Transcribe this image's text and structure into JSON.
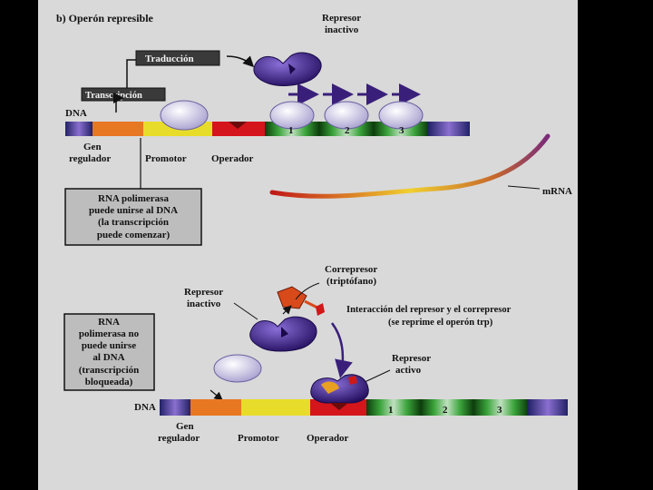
{
  "figure": {
    "title": "b) Operón represible",
    "colors": {
      "panel": "#d9d9d9",
      "regulator_gene": "#e87722",
      "promoter": "#e8dc2a",
      "operator": "#d4151b",
      "genes": "#2f8a2f",
      "repressor": "#4a2d8c",
      "polymerase": "#c9c3e0",
      "corepressor": "#d94a1a"
    }
  },
  "top": {
    "repressor_label": [
      "Represor",
      "inactivo"
    ],
    "translation_label": "Traducción",
    "transcription_label": "Transcripción",
    "dna_label": "DNA",
    "regulator_label": [
      "Gen",
      "regulador"
    ],
    "promoter_label": "Promotor",
    "operator_label": "Operador",
    "mrna_label": "mRNA",
    "gene_numbers": [
      "1",
      "2",
      "3"
    ],
    "box_text": [
      "RNA polimerasa",
      "puede unirse al DNA",
      "(la transcripción",
      "puede comenzar)"
    ]
  },
  "bottom": {
    "corepressor_label": [
      "Correpresor",
      "(triptófano)"
    ],
    "inactive_repressor_label": [
      "Represor",
      "inactivo"
    ],
    "interaction_label": [
      "Interacción del represor y el correpresor",
      "(se reprime el operón trp)"
    ],
    "active_repressor_label": [
      "Represor",
      "activo"
    ],
    "box_text": [
      "RNA",
      "polimerasa no",
      "puede unirse",
      "al DNA",
      "(transcripción",
      "bloqueada)"
    ],
    "dna_label": "DNA",
    "regulator_label": [
      "Gen",
      "regulador"
    ],
    "promoter_label": "Promotor",
    "operator_label": "Operador",
    "gene_numbers": [
      "1",
      "2",
      "3"
    ]
  }
}
